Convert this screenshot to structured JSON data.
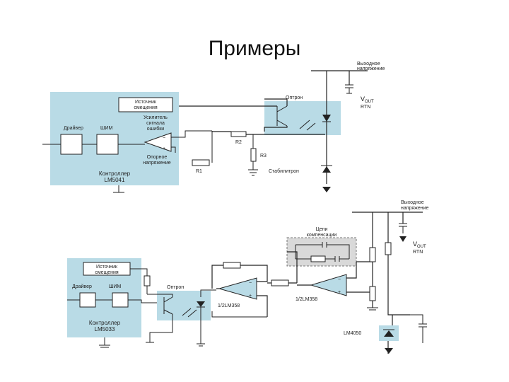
{
  "page": {
    "title": "Примеры"
  },
  "top": {
    "output_label": "Выходное напряжение",
    "vout": "V",
    "vout_sub": "OUT",
    "rtn": "RTN",
    "optron": "Оптрон",
    "bias_source": "Источник смещения",
    "error_amp": "Усилитель сигнала ошибки",
    "driver": "Драйвер",
    "pwm": "ШИМ",
    "reference": "Опорное напряжение",
    "controller": "Контроллер",
    "controller_model": "LM5041",
    "r1": "R1",
    "r2": "R2",
    "r3": "R3",
    "zener": "Стабилитрон"
  },
  "bottom": {
    "output_label": "Выходное напряжение",
    "vout": "V",
    "vout_sub": "OUT",
    "rtn": "RTN",
    "compensation": "Цепи компенсации",
    "bias_source": "Источник смещения",
    "driver": "Драйвер",
    "pwm": "ШИМ",
    "optron": "Оптрон",
    "controller": "Контроллер",
    "controller_model": "LM5033",
    "opamp1": "1/2LM358",
    "opamp2": "1/2LM358",
    "lm4050": "LM4050"
  },
  "colors": {
    "module_fill": "#b9dbe6",
    "wire": "#222222",
    "box_fill": "#ffffff",
    "comp_fill": "#d9d9d9"
  }
}
